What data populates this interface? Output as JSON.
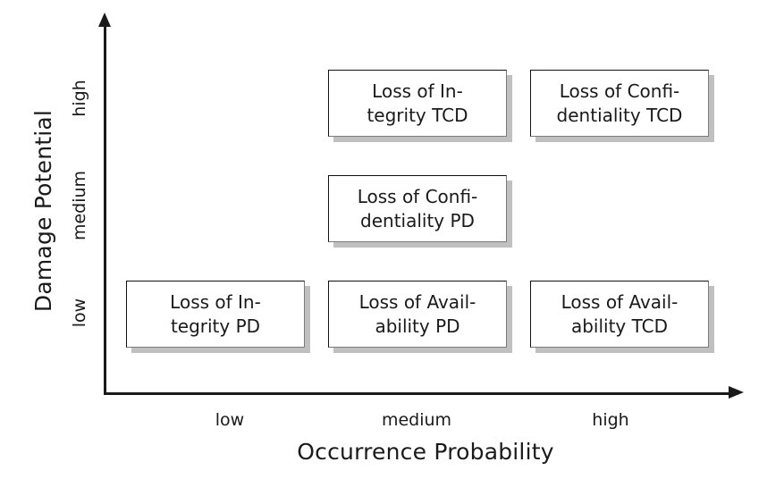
{
  "chart_data": {
    "type": "table",
    "title": "",
    "xlabel": "Occurrence Probability",
    "ylabel": "Damage Potential",
    "x_categories": [
      "low",
      "medium",
      "high"
    ],
    "y_categories": [
      "low",
      "medium",
      "high"
    ],
    "grid": false,
    "legend": "none",
    "cells": [
      {
        "x": "medium",
        "y": "high",
        "line1": "Loss of In-",
        "line2": "tegrity TCD",
        "text": "Loss of Integrity TCD"
      },
      {
        "x": "high",
        "y": "high",
        "line1": "Loss of Confi-",
        "line2": "dentiality TCD",
        "text": "Loss of Confidentiality TCD"
      },
      {
        "x": "medium",
        "y": "medium",
        "line1": "Loss of Confi-",
        "line2": "dentiality PD",
        "text": "Loss of Confidentiality PD"
      },
      {
        "x": "low",
        "y": "low",
        "line1": "Loss of In-",
        "line2": "tegrity PD",
        "text": "Loss of Integrity PD"
      },
      {
        "x": "medium",
        "y": "low",
        "line1": "Loss of Avail-",
        "line2": "ability PD",
        "text": "Loss of Availability PD"
      },
      {
        "x": "high",
        "y": "low",
        "line1": "Loss of Avail-",
        "line2": "ability TCD",
        "text": "Loss of Availability TCD"
      }
    ]
  },
  "axes": {
    "y": {
      "title": "Damage Potential",
      "ticks": {
        "high": "high",
        "medium": "medium",
        "low": "low"
      }
    },
    "x": {
      "title": "Occurrence Probability",
      "ticks": {
        "low": "low",
        "medium": "medium",
        "high": "high"
      }
    }
  },
  "colors": {
    "line": "#1a1a1a",
    "box_border": "#111111",
    "box_border_shaded": "#7a7a7a",
    "box_shadow": "#c0c0c0",
    "background": "#ffffff"
  }
}
